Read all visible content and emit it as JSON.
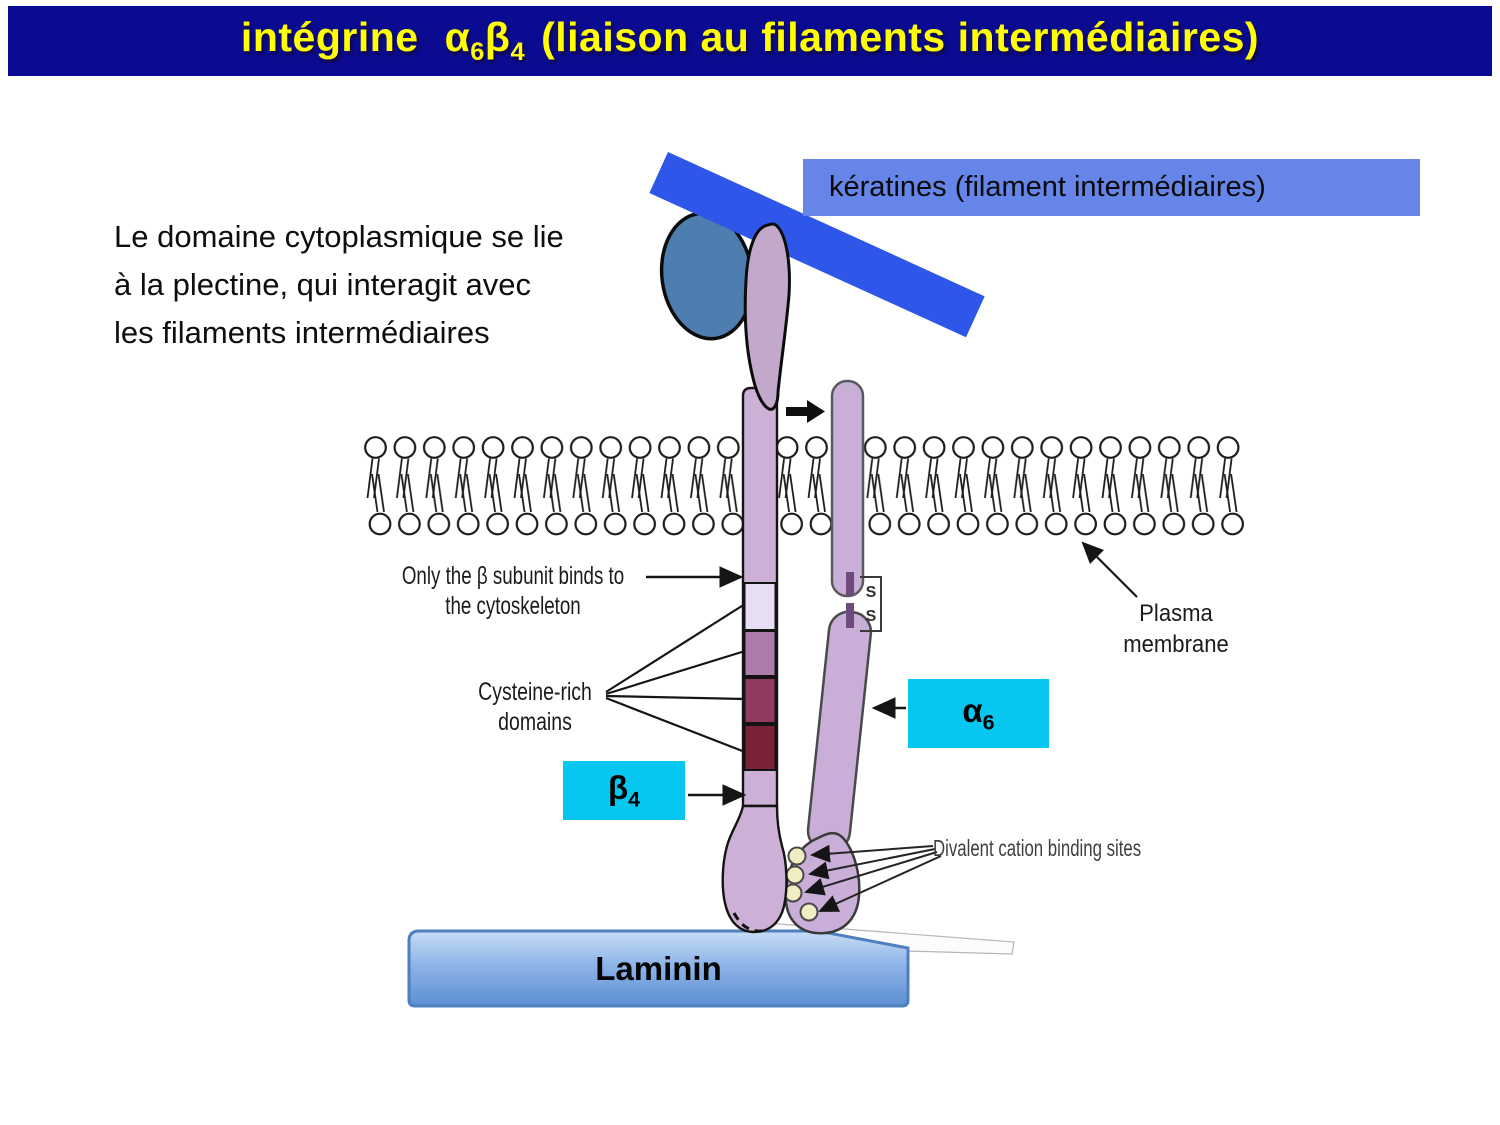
{
  "title": {
    "part1": "intégrine",
    "alpha": "α",
    "alpha_sub": "6",
    "beta": "β",
    "beta_sub": "4",
    "part2": "(liaison au filaments intermédiaires)"
  },
  "intro": {
    "lines": [
      "Le domaine cytoplasmique se lie",
      "à la plectine, qui interagit avec",
      "les filaments intermédiaires"
    ]
  },
  "labels": {
    "keratins": "kératines (filament intermédiaires)",
    "only_beta_line1": "Only the β subunit binds to",
    "only_beta_line2": "the cytoskeleton",
    "cysteine_line1": "Cysteine-rich",
    "cysteine_line2": "domains",
    "plasma_line1": "Plasma",
    "plasma_line2": "membrane",
    "divalent": "Divalent cation binding sites",
    "s_top": "S",
    "s_bottom": "S",
    "laminin": "Laminin",
    "alpha6": {
      "base": "α",
      "sub": "6"
    },
    "beta4": {
      "base": "β",
      "sub": "4"
    }
  },
  "colors": {
    "banner_bg": "#0A0B91",
    "title_yellow": "#FFFF00",
    "keratin_label_bg": "#6586E8",
    "keratin_bar": "#2E56E9",
    "plectin_head": "#4E7DB0",
    "plectin_arm": "#C2A9CB",
    "integrin_light": "#C9AED8",
    "integrin_pink": "#CDB0D6",
    "segment_pale": "#E8DEF4",
    "segment_mauve": "#AE7CAB",
    "segment_maroon": "#91395F",
    "segment_dark_maroon": "#7B2136",
    "disulfide_bar": "#6E4B7E",
    "cyan_label_bg": "#07C7F0",
    "laminin_border": "#4E7FBE",
    "laminin_top": "#C6DDF5",
    "laminin_mid": "#8FB4E8",
    "laminin_bottom": "#5C8FD2",
    "cation_site": "#F0EDC2"
  }
}
